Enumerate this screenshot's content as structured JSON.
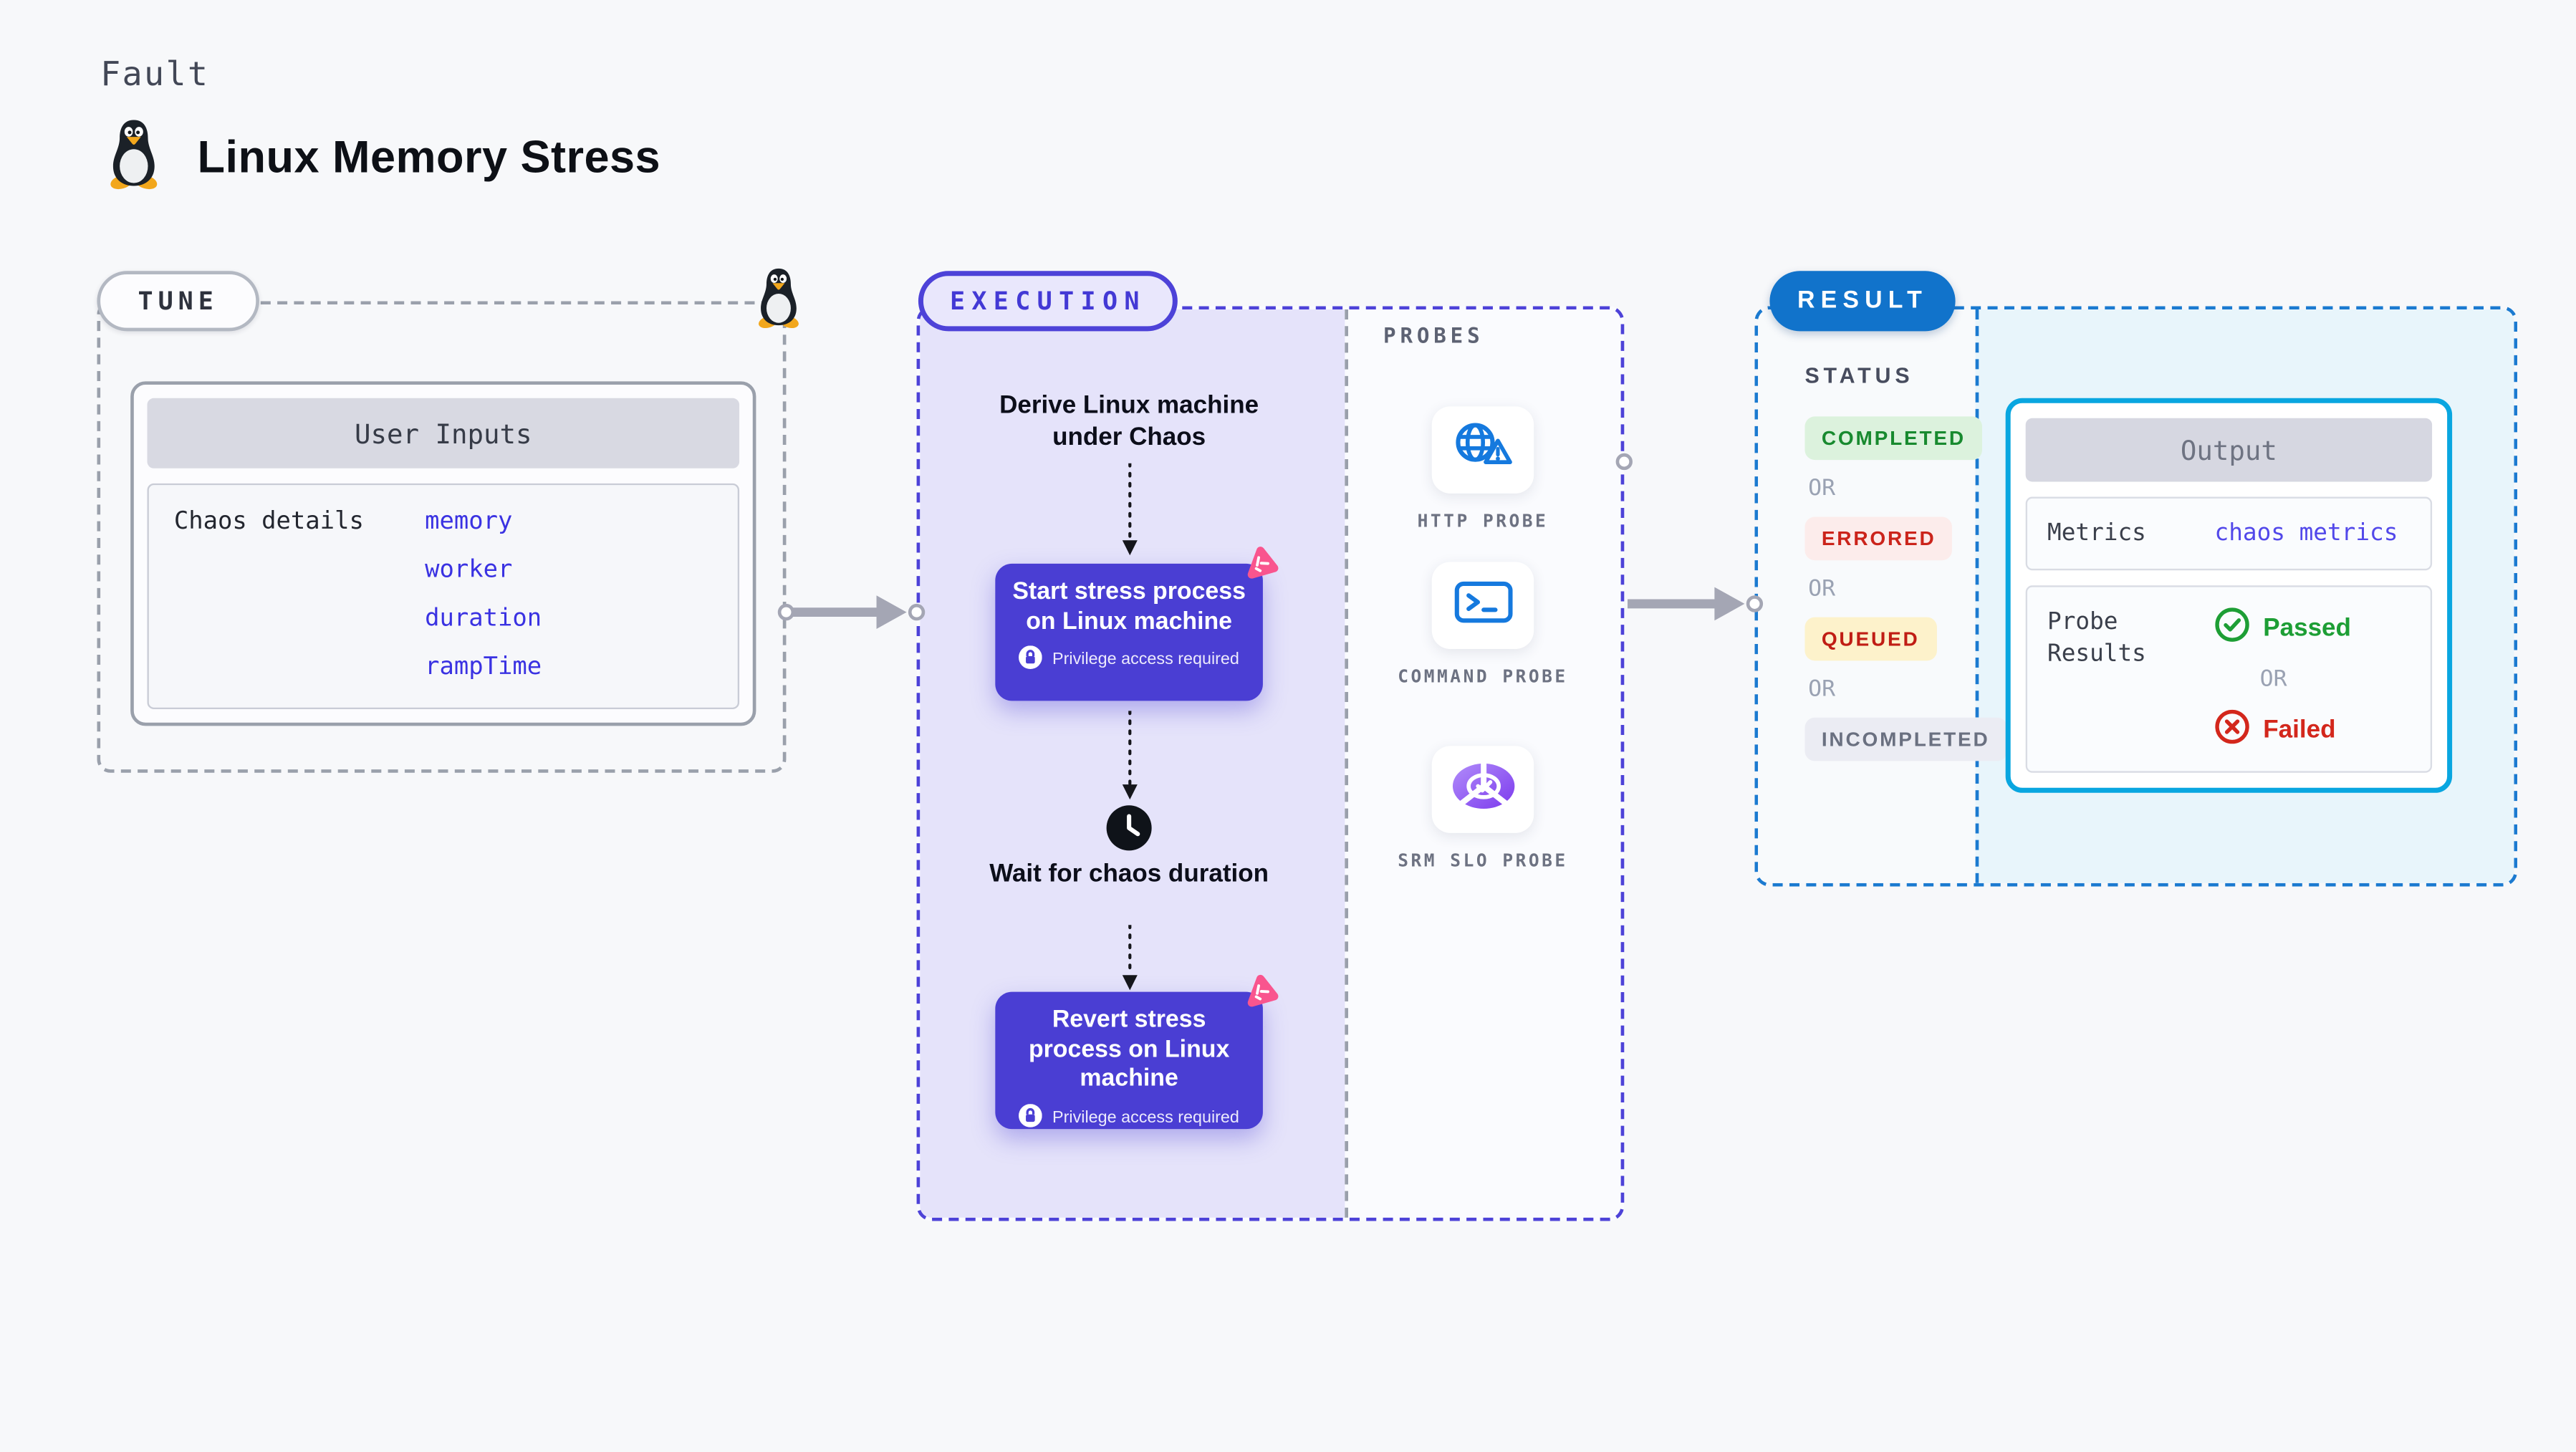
{
  "page": {
    "kicker": "Fault",
    "title": "Linux Memory Stress"
  },
  "tune": {
    "label": "TUNE",
    "card_header": "User Inputs",
    "row_label": "Chaos details",
    "values": [
      "memory",
      "worker",
      "duration",
      "rampTime"
    ]
  },
  "execution": {
    "label": "EXECUTION",
    "derive_text": "Derive Linux machine under Chaos",
    "start_node": "Start stress process on Linux machine",
    "wait_text": "Wait for chaos duration",
    "revert_node": "Revert stress process on Linux machine",
    "privilege_label": "Privilege access required"
  },
  "probes": {
    "label": "PROBES",
    "items": [
      {
        "name": "HTTP PROBE",
        "icon": "globe-alert-icon"
      },
      {
        "name": "COMMAND PROBE",
        "icon": "terminal-icon"
      },
      {
        "name": "SRM SLO PROBE",
        "icon": "slo-donut-check-icon"
      }
    ]
  },
  "result": {
    "label": "RESULT",
    "status_label": "STATUS",
    "or_label": "OR",
    "statuses": [
      {
        "label": "COMPLETED",
        "fg": "#188a2f",
        "bg": "#dcf2dd"
      },
      {
        "label": "ERRORED",
        "fg": "#cb241b",
        "bg": "#fceceb"
      },
      {
        "label": "QUEUED",
        "fg": "#c01d14",
        "bg": "#fdf2cb"
      },
      {
        "label": "INCOMPLETED",
        "fg": "#6a7080",
        "bg": "#ebecf3"
      }
    ],
    "output": {
      "title": "Output",
      "metrics_label": "Metrics",
      "metrics_value": "chaos metrics",
      "probe_results_label": "Probe Results",
      "passed_label": "Passed",
      "or_label": "OR",
      "failed_label": "Failed"
    }
  },
  "colors": {
    "page_bg": "#f7f8fa",
    "node_indigo": "#4a3ed3",
    "execution_lavender": "#e5e3fa",
    "execution_border": "#4d42d8",
    "result_blue": "#1173cb",
    "result_border": "#1b7ad0",
    "output_border_cyan": "#09a6e0",
    "result_bg_cyan": "#e8f5fb",
    "chaos_pink": "#f9558e",
    "probe_icon_blue": "#1579de",
    "passed_green": "#1d9e35",
    "failed_red": "#d3271c",
    "arrow_gray": "#a4a6b4"
  }
}
